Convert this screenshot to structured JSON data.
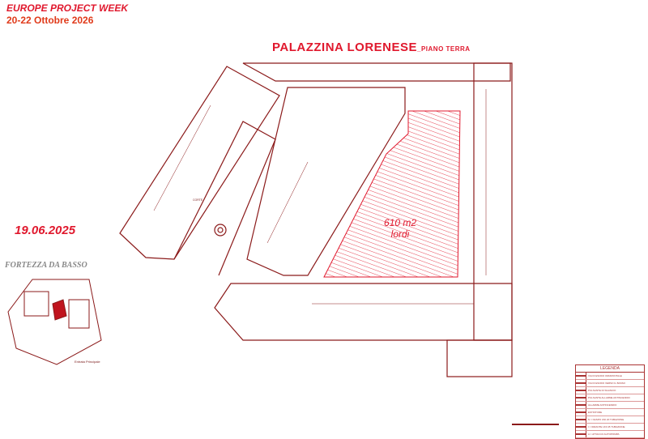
{
  "header": {
    "event": "EUROPE PROJECT WEEK",
    "dates": "20-22 Ottobre 2026"
  },
  "plan": {
    "title": "PALAZZINA  LORENESE",
    "subtitle": "_PIANO TERRA",
    "area_line1": "610 m2",
    "area_line2": "lordi",
    "courtyard_label": "CORTE"
  },
  "date_label": "19.06.2025",
  "map": {
    "title": "FORTEZZA DA BASSO",
    "entrance": "Entrata Principale"
  },
  "legend": {
    "title": "LEGENDA",
    "items": [
      "VIA DI ESODO ORIZZONTALE",
      "VIA DI ESODO VERSO IL BASSO",
      "PULSANTE DI SGANCIO",
      "PULSANTE ALLARME ANTINCENDIO",
      "ALLARME ANTINCENDIO",
      "ESTINTORE",
      "N = NASPO UNI 20 TUBAZIONE",
      "I = IDRANTE UNI 45 TUBAZIONE",
      "A = ATTACCO AUTOPOMPA"
    ]
  },
  "colors": {
    "accent": "#e0182d",
    "line": "#8b1a1a"
  }
}
